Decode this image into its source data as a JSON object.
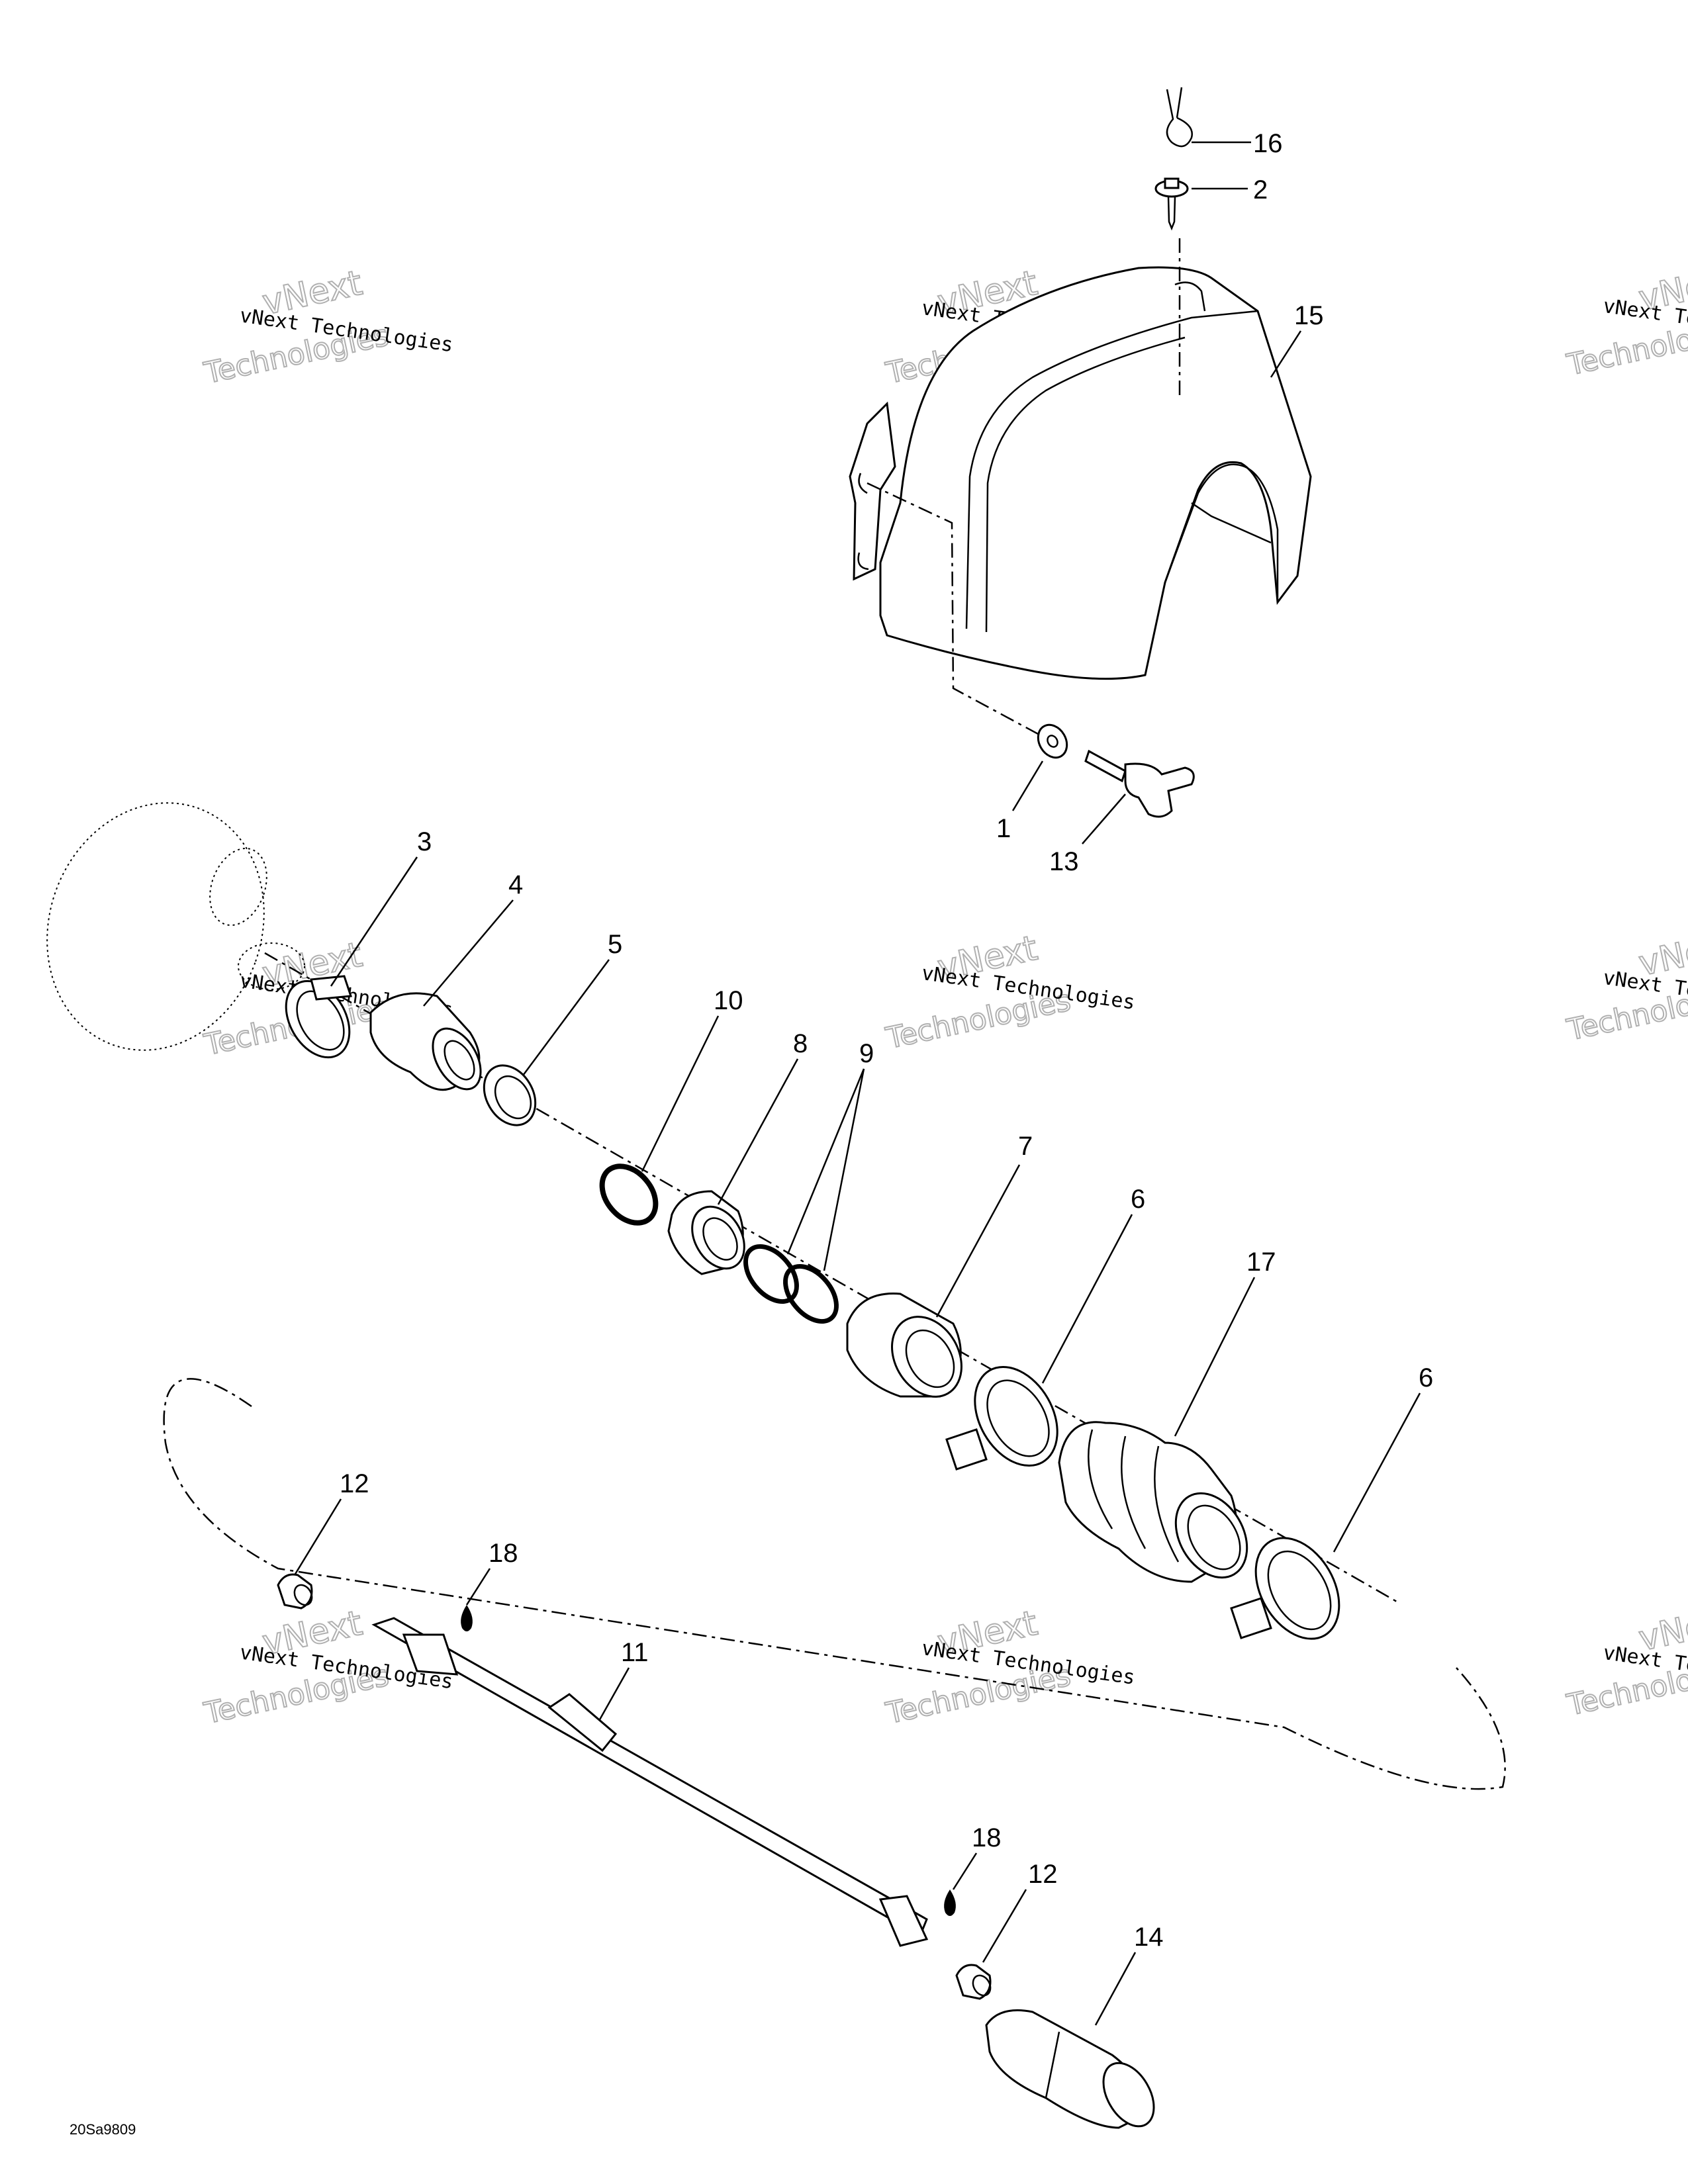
{
  "drawing_code": "20Sa9809",
  "watermark": {
    "line1": "vNext Technologies",
    "line2": "vNext",
    "line3": "Technologies"
  },
  "callouts": [
    {
      "id": "c16",
      "label": "16"
    },
    {
      "id": "c2",
      "label": "2"
    },
    {
      "id": "c15",
      "label": "15"
    },
    {
      "id": "c1",
      "label": "1"
    },
    {
      "id": "c13",
      "label": "13"
    },
    {
      "id": "c3",
      "label": "3"
    },
    {
      "id": "c4",
      "label": "4"
    },
    {
      "id": "c5",
      "label": "5"
    },
    {
      "id": "c10",
      "label": "10"
    },
    {
      "id": "c8",
      "label": "8"
    },
    {
      "id": "c9",
      "label": "9"
    },
    {
      "id": "c7",
      "label": "7"
    },
    {
      "id": "c6a",
      "label": "6"
    },
    {
      "id": "c17",
      "label": "17"
    },
    {
      "id": "c6b",
      "label": "6"
    },
    {
      "id": "c12a",
      "label": "12"
    },
    {
      "id": "c18a",
      "label": "18"
    },
    {
      "id": "c11",
      "label": "11"
    },
    {
      "id": "c18b",
      "label": "18"
    },
    {
      "id": "c12b",
      "label": "12"
    },
    {
      "id": "c14",
      "label": "14"
    }
  ]
}
